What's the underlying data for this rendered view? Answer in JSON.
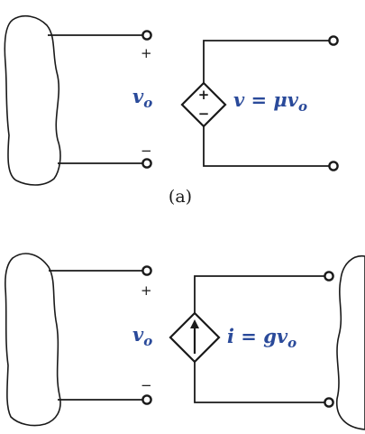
{
  "circuit_a": {
    "plus": "+",
    "minus": "−",
    "vo_main": "v",
    "vo_sub": "o",
    "source_plus": "+",
    "source_minus": "−",
    "eq_main": "v = μv",
    "eq_sub": "o",
    "caption": "(a)"
  },
  "circuit_b": {
    "plus": "+",
    "minus": "−",
    "vo_main": "v",
    "vo_sub": "o",
    "eq_main": "i = gv",
    "eq_sub": "o"
  }
}
